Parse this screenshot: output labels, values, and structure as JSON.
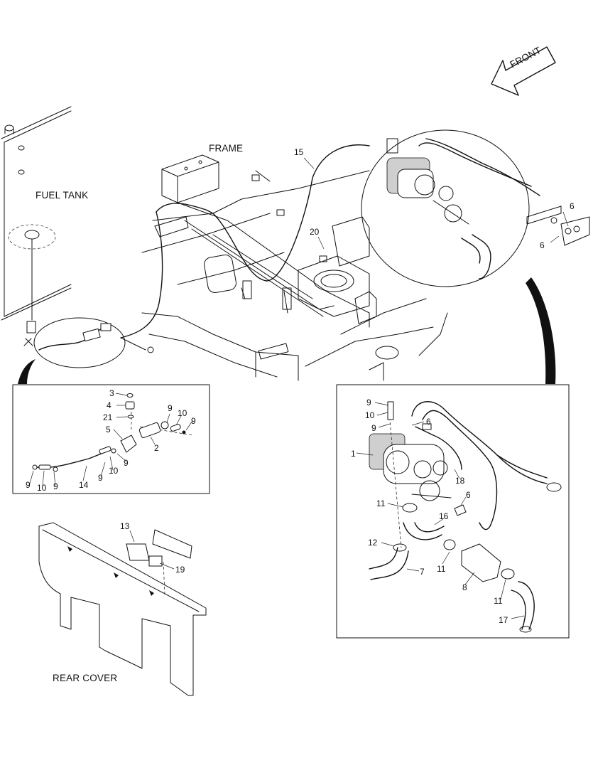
{
  "sections": {
    "frame": "FRAME",
    "fuel_tank": "FUEL TANK",
    "rear_cover": "REAR COVER",
    "front": "FRONT"
  },
  "callouts": {
    "c15": "15",
    "c20": "20",
    "c6_top_a": "6",
    "c6_top_b": "6",
    "l_3": "3",
    "l_4": "4",
    "l_21": "21",
    "l_5": "5",
    "l_2": "2",
    "l_9a": "9",
    "l_10a": "10",
    "l_9b": "9",
    "l_9c": "9",
    "l_10b": "10",
    "l_9d": "9",
    "l_9e": "9",
    "l_10c": "10",
    "l_9f": "9",
    "l_14": "14",
    "r_9a": "9",
    "r_10": "10",
    "r_9b": "9",
    "r_6a": "6",
    "r_1": "1",
    "r_18": "18",
    "r_6b": "6",
    "r_11a": "11",
    "r_16": "16",
    "r_12": "12",
    "r_11b": "11",
    "r_7": "7",
    "r_8": "8",
    "r_11c": "11",
    "r_17": "17",
    "b_13": "13",
    "b_19": "19"
  }
}
